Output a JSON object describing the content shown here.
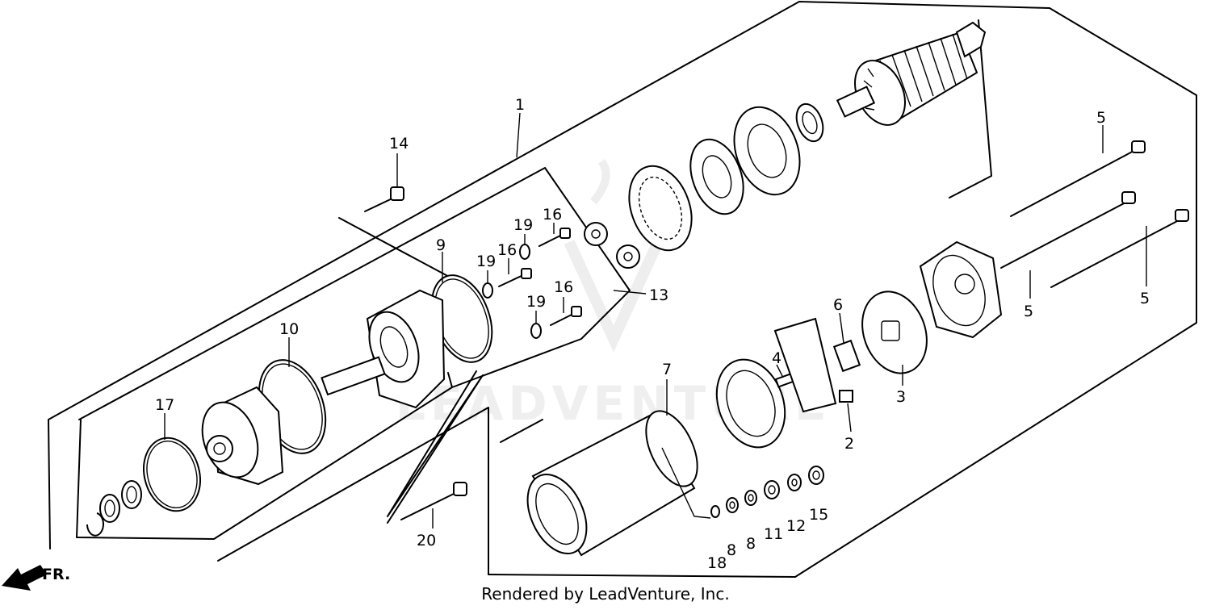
{
  "callouts": {
    "c1": "1",
    "c2": "2",
    "c3": "3",
    "c4": "4",
    "c5a": "5",
    "c5b": "5",
    "c5c": "5",
    "c6": "6",
    "c7": "7",
    "c8a": "8",
    "c8b": "8",
    "c9": "9",
    "c10": "10",
    "c11": "11",
    "c12": "12",
    "c13": "13",
    "c14": "14",
    "c15": "15",
    "c16a": "16",
    "c16b": "16",
    "c16c": "16",
    "c17": "17",
    "c18": "18",
    "c19a": "19",
    "c19b": "19",
    "c19c": "19",
    "c20": "20"
  },
  "direction_label": "FR.",
  "watermark": "LEADVENTURE",
  "footer": "Rendered by LeadVenture, Inc."
}
